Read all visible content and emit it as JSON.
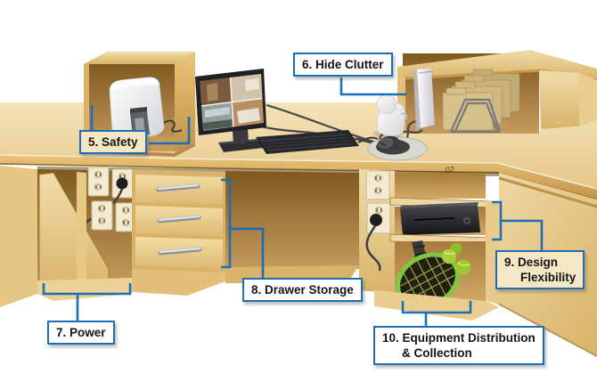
{
  "diagram": {
    "background_color": "#ffffff",
    "callout_border_color": "#1c6fb7",
    "callout_tan_bg": "#f5e7c3",
    "callout_white_bg": "#ffffff",
    "desk_color": "#ecd29c",
    "accent_green": "#7dc93e"
  },
  "callouts": {
    "safety": {
      "text": "5. Safety",
      "style": "tan"
    },
    "hide_clutter": {
      "text": "6. Hide Clutter",
      "style": "white"
    },
    "power": {
      "text": "7. Power",
      "style": "white"
    },
    "drawer_storage": {
      "text": "8. Drawer Storage",
      "style": "white"
    },
    "design_flexibility": {
      "line1": "9. Design",
      "line2": "Flexibility",
      "style": "tan"
    },
    "equipment_distribution": {
      "line1": "10. Equipment Distribution",
      "line2": "& Collection",
      "style": "white"
    }
  },
  "scene_objects": [
    "desk",
    "hutch",
    "printer",
    "security-monitor",
    "keyboard",
    "mouse",
    "webcam-speaker",
    "cable-grommet",
    "vertical-pc",
    "file-folders",
    "wire-file-rack",
    "power-outlets",
    "power-plug",
    "drawer-unit",
    "media-console",
    "tennis-racket",
    "tennis-balls"
  ],
  "scribble_mark": "02"
}
